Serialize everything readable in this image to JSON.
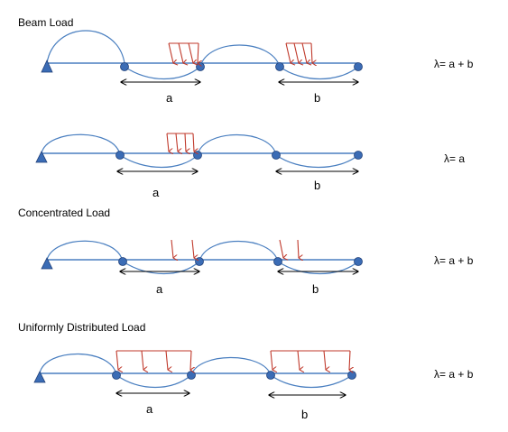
{
  "headings": {
    "beam_load": "Beam Load",
    "concentrated_load": "Concentrated Load",
    "uniform_load": "Uniformly Distributed Load"
  },
  "labels": {
    "a": "a",
    "b": "b"
  },
  "formulas": {
    "row1": "λ= a + b",
    "row2": "λ= a",
    "row3": "λ= a + b",
    "row4": "λ= a + b"
  },
  "colors": {
    "beam": "#4a7fc0",
    "node": "#3b6cb5",
    "load": "#c0392b",
    "dimension": "#000000"
  }
}
